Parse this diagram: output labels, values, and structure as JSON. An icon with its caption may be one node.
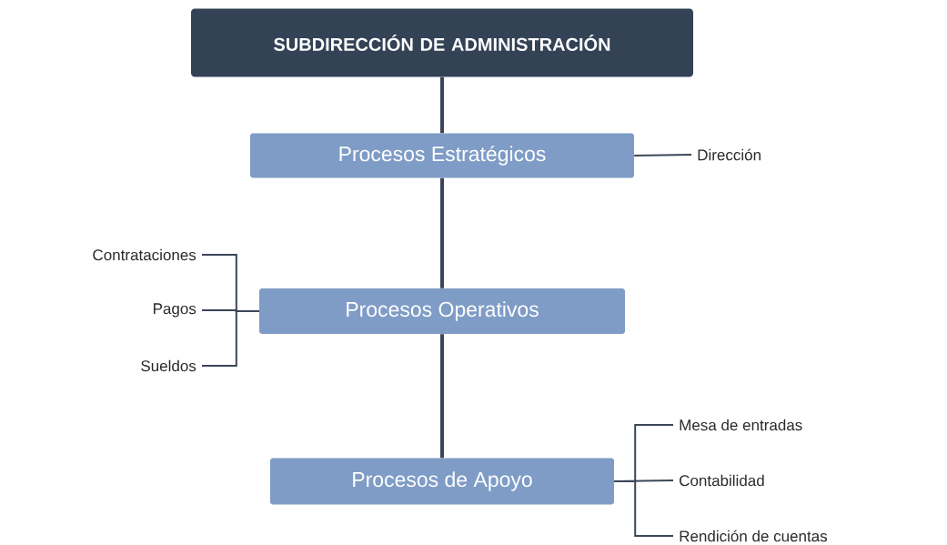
{
  "diagram": {
    "nodes": [
      {
        "text": [
          "SUBDIRECCIÓN DE ADMINISTRACIÓN"
        ]
      },
      {
        "text": [
          "Procesos Estratégicos"
        ]
      },
      {
        "text": [
          "Procesos Operativos"
        ]
      },
      {
        "text": [
          "Procesos de Apoyo"
        ]
      },
      {
        "text": [
          "Dirección"
        ]
      },
      {
        "text": [
          "Contrataciones"
        ]
      },
      {
        "text": [
          "Pagos"
        ]
      },
      {
        "text": [
          "Sueldos"
        ]
      },
      {
        "text": [
          "Mesa de entradas"
        ]
      },
      {
        "text": [
          "Contabilidad"
        ]
      },
      {
        "text": [
          "Rendición de cuentas"
        ]
      }
    ],
    "edges": [
      {
        "from": 0,
        "to": 1,
        "arrow": "none",
        "style": "thick"
      },
      {
        "from": 1,
        "to": 2,
        "arrow": "none",
        "style": "thick"
      },
      {
        "from": 2,
        "to": 3,
        "arrow": "none",
        "style": "thick"
      },
      {
        "from": 1,
        "to": 4,
        "arrow": "none"
      },
      {
        "from": 2,
        "to": 5,
        "arrow": "none"
      },
      {
        "from": 2,
        "to": 6,
        "arrow": "none"
      },
      {
        "from": 2,
        "to": 7,
        "arrow": "none"
      },
      {
        "from": 3,
        "to": 8,
        "arrow": "none"
      },
      {
        "from": 3,
        "to": 9,
        "arrow": "none"
      },
      {
        "from": 3,
        "to": 10,
        "arrow": "none"
      }
    ]
  }
}
